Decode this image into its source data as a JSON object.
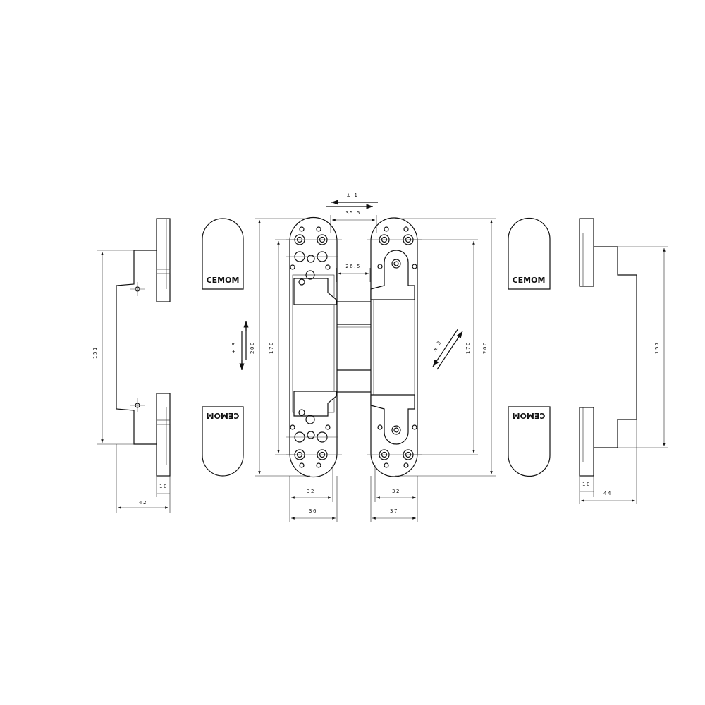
{
  "brand": {
    "logo_text": "CEMOM"
  },
  "dimensions": {
    "left_side_height": "151",
    "left_side_plate": "10",
    "left_side_depth": "42",
    "right_side_height": "157",
    "right_side_plate": "10",
    "right_side_depth": "44",
    "adjust_horizontal": "± 1",
    "gap_top": "35.5",
    "gap_inner": "26.5",
    "left_height_total": "200",
    "left_height_holes": "170",
    "left_adjust_vertical": "± 3",
    "right_height_holes": "170",
    "right_height_total": "200",
    "right_adjust_depth": "± 3",
    "left_leaf_width": "32",
    "left_leaf_total": "36",
    "right_leaf_width": "32",
    "right_leaf_total": "37"
  }
}
